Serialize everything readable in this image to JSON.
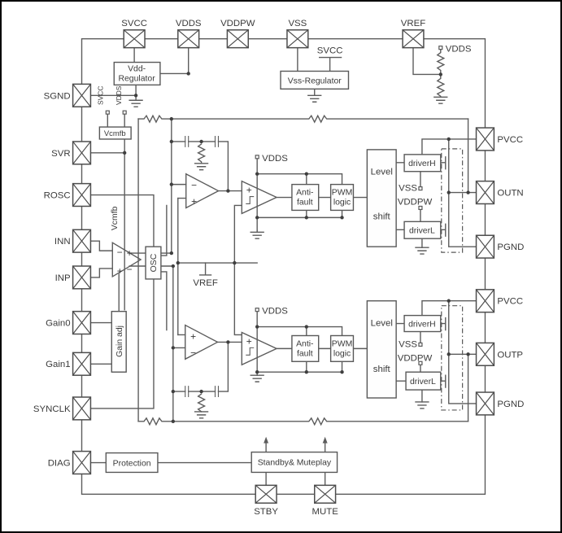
{
  "colors": {
    "wire": "#5c5c5c",
    "text": "#3a3a3a",
    "background": "#ffffff",
    "frame": "#000000"
  },
  "pins": {
    "top": [
      "SVCC",
      "VDDS",
      "VDDPW",
      "VSS",
      "VREF"
    ],
    "left": [
      "SGND",
      "SVR",
      "ROSC",
      "INN",
      "INP",
      "Gain0",
      "Gain1",
      "SYNCLK",
      "DIAG"
    ],
    "right": [
      "PVCC",
      "OUTN",
      "PGND",
      "PVCC",
      "OUTP",
      "PGND"
    ],
    "bottom": [
      "STBY",
      "MUTE"
    ]
  },
  "blocks": {
    "vdd_regulator": [
      "Vdd-",
      "Regulator"
    ],
    "vss_regulator": "Vss-Regulator",
    "vcmfb": "Vcmfb",
    "osc": "OSC",
    "gain_adj": "Gain adj",
    "anti_fault": [
      "Anti-",
      "fault"
    ],
    "pwm_logic": [
      "PWM",
      "logic"
    ],
    "level_shift": [
      "Level",
      "shift"
    ],
    "driver_h": "driverH",
    "driver_l": "driverL",
    "protection": "Protection",
    "standby_muteplay": "Standby& Muteplay"
  },
  "nets": {
    "svcc": "SVCC",
    "vdds": "VDDS",
    "vss": "VSS",
    "vddpw": "VDDPW",
    "vref": "VREF",
    "vcmfb_wire": "Vcmfb"
  },
  "opamp": {
    "plus": "+",
    "minus": "−"
  }
}
